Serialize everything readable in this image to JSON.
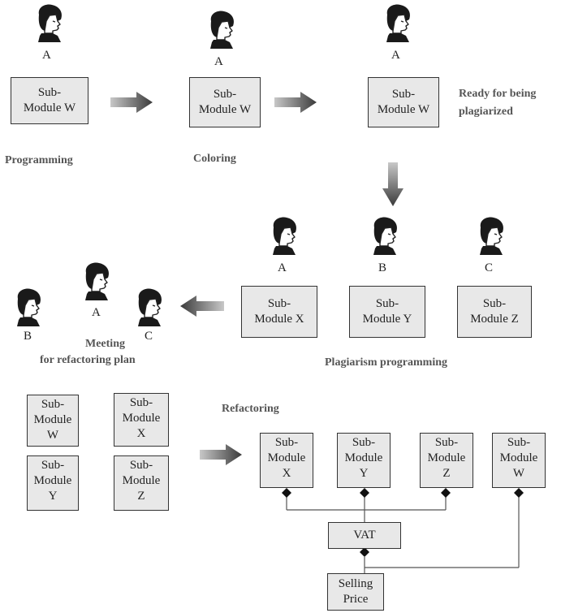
{
  "people": {
    "a1": "A",
    "a2": "A",
    "a3": "A",
    "a4": "A",
    "b4": "B",
    "c4": "C",
    "meeting_a": "A",
    "meeting_b": "B",
    "meeting_c": "C"
  },
  "boxes": {
    "w_programming": "Sub-\nModule W",
    "w_coloring": "Sub-\nModule W",
    "w_ready": "Sub-\nModule W",
    "x_plag": "Sub-\nModule X",
    "y_plag": "Sub-\nModule Y",
    "z_plag": "Sub-\nModule Z",
    "w_stack": "Sub-\nModule\nW",
    "x_stack": "Sub-\nModule\nX",
    "y_stack": "Sub-\nModule\nY",
    "z_stack": "Sub-\nModule\nZ",
    "x_ref": "Sub-\nModule\nX",
    "y_ref": "Sub-\nModule\nY",
    "z_ref": "Sub-\nModule\nZ",
    "w_ref": "Sub-\nModule\nW",
    "vat": "VAT",
    "selling_price": "Selling\nPrice"
  },
  "stages": {
    "programming": "Programming",
    "coloring": "Coloring",
    "ready_line1": "Ready for being",
    "ready_line2": "plagiarized",
    "plagiarism": "Plagiarism programming",
    "meeting_line1": "Meeting",
    "meeting_line2": "for refactoring plan",
    "refactoring": "Refactoring"
  },
  "icons": {
    "person": "person-head-icon",
    "arrow": "block-arrow-icon",
    "connector": "diamond-connector"
  },
  "colors": {
    "box_fill": "#e8e8e8",
    "box_border": "#333333",
    "arrow_dark": "#3a3a3a",
    "arrow_light": "#c8c8c8"
  }
}
